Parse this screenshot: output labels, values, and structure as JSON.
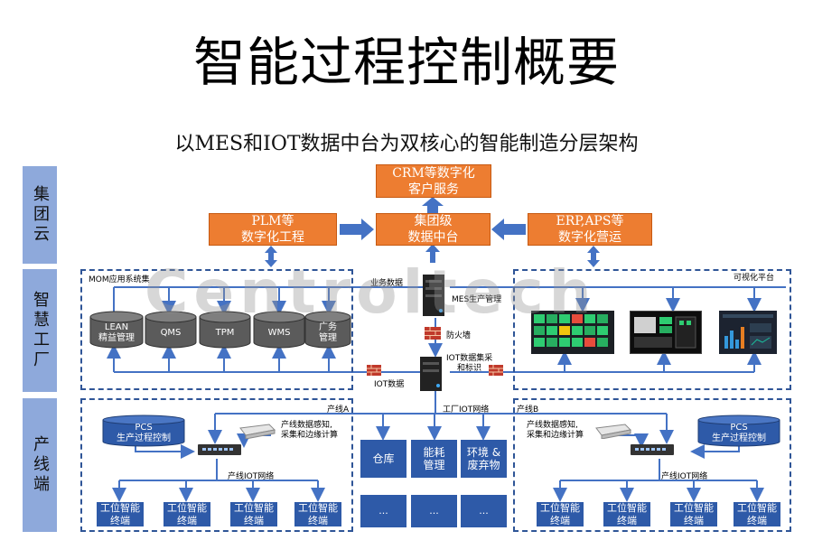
{
  "title": "智能过程控制概要",
  "subtitle": "以MES和IOT数据中台为双核心的智能制造分层架构",
  "layers": [
    "集团云",
    "智慧工厂",
    "产线端"
  ],
  "cloud": {
    "crm": [
      "CRM等数字化",
      "客户服务"
    ],
    "plm": [
      "PLM等",
      "数字化工程"
    ],
    "center": [
      "集团级",
      "数据中台"
    ],
    "erp": [
      "ERP,APS等",
      "数字化营运"
    ]
  },
  "factory": {
    "mom_label": "MOM应用系统集",
    "modules": [
      [
        "LEAN",
        "精益管理"
      ],
      [
        "QMS"
      ],
      [
        "TPM"
      ],
      [
        "WMS"
      ],
      [
        "广务",
        "管理"
      ]
    ],
    "business_data": "业务数据",
    "mes": "MES生产管理",
    "firewall": "防火墙",
    "iot_collect": [
      "IOT数据集采",
      "和标识"
    ],
    "iot_data": "IOT数据",
    "viz_label": "可视化平台"
  },
  "line": {
    "line_a": "产线A",
    "line_b": "产线B",
    "factory_net": "工厂IOT网络",
    "pcs": [
      "PCS",
      "生产过程控制"
    ],
    "sensing": [
      "产线数据感知,",
      "采集和边缘计算"
    ],
    "line_net": "产线IOT网络",
    "station": [
      "工位智能",
      "终端"
    ],
    "center_boxes": [
      [
        "仓库"
      ],
      [
        "能耗",
        "管理"
      ],
      [
        "环境 &",
        "废弃物"
      ]
    ],
    "ellipsis": "..."
  },
  "watermark": "Centroltech",
  "colors": {
    "orange": "#ed7d31",
    "blue": "#2e5aa8",
    "layer": "#8ea9db",
    "arrow": "#4472c4"
  }
}
